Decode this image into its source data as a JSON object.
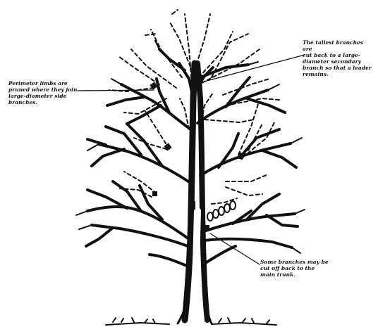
{
  "diagram": {
    "colors": {
      "ink": "#111111",
      "background": "#ffffff"
    },
    "annotations": {
      "perimeter": "Perimeter limbs are\npruned where they join\nlarge-diameter side\nbranches.",
      "tallest": "The tallest branches are\ncut back to a large-\ndiameter secondary\nbranch so that a leader\nremains.",
      "some": "Some branches may be\ncut off back to the\nmain trunk."
    }
  }
}
